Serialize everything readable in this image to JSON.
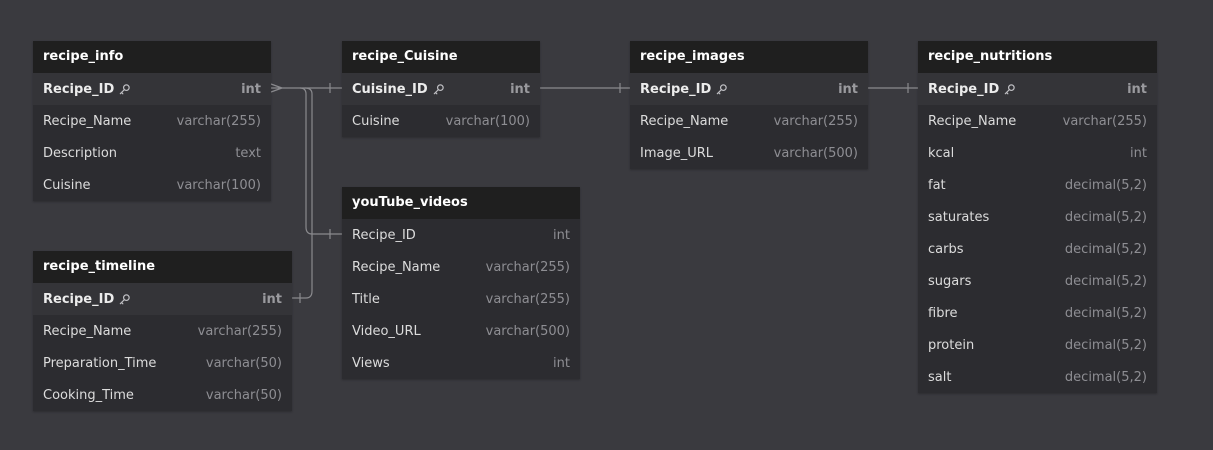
{
  "colors": {
    "background": "#3a3a3f",
    "table_body": "#2c2c30",
    "table_header": "#1f1f1f",
    "link_line": "#8a8a8e"
  },
  "icons": {
    "primary_key": "key-icon"
  },
  "tables": [
    {
      "id": "recipe_info",
      "name": "recipe_info",
      "columns": [
        {
          "name": "Recipe_ID",
          "type": "int",
          "pk": true
        },
        {
          "name": "Recipe_Name",
          "type": "varchar(255)"
        },
        {
          "name": "Description",
          "type": "text"
        },
        {
          "name": "Cuisine",
          "type": "varchar(100)"
        }
      ]
    },
    {
      "id": "recipe_timeline",
      "name": "recipe_timeline",
      "columns": [
        {
          "name": "Recipe_ID",
          "type": "int",
          "pk": true
        },
        {
          "name": "Recipe_Name",
          "type": "varchar(255)"
        },
        {
          "name": "Preparation_Time",
          "type": "varchar(50)"
        },
        {
          "name": "Cooking_Time",
          "type": "varchar(50)"
        }
      ]
    },
    {
      "id": "recipe_cuisine",
      "name": "recipe_Cuisine",
      "columns": [
        {
          "name": "Cuisine_ID",
          "type": "int",
          "pk": true
        },
        {
          "name": "Cuisine",
          "type": "varchar(100)"
        }
      ]
    },
    {
      "id": "youtube_videos",
      "name": "youTube_videos",
      "columns": [
        {
          "name": "Recipe_ID",
          "type": "int"
        },
        {
          "name": "Recipe_Name",
          "type": "varchar(255)"
        },
        {
          "name": "Title",
          "type": "varchar(255)"
        },
        {
          "name": "Video_URL",
          "type": "varchar(500)"
        },
        {
          "name": "Views",
          "type": "int"
        }
      ]
    },
    {
      "id": "recipe_images",
      "name": "recipe_images",
      "columns": [
        {
          "name": "Recipe_ID",
          "type": "int",
          "pk": true
        },
        {
          "name": "Recipe_Name",
          "type": "varchar(255)"
        },
        {
          "name": "Image_URL",
          "type": "varchar(500)"
        }
      ]
    },
    {
      "id": "recipe_nutritions",
      "name": "recipe_nutritions",
      "columns": [
        {
          "name": "Recipe_ID",
          "type": "int",
          "pk": true
        },
        {
          "name": "Recipe_Name",
          "type": "varchar(255)"
        },
        {
          "name": "kcal",
          "type": "int"
        },
        {
          "name": "fat",
          "type": "decimal(5,2)"
        },
        {
          "name": "saturates",
          "type": "decimal(5,2)"
        },
        {
          "name": "carbs",
          "type": "decimal(5,2)"
        },
        {
          "name": "sugars",
          "type": "decimal(5,2)"
        },
        {
          "name": "fibre",
          "type": "decimal(5,2)"
        },
        {
          "name": "protein",
          "type": "decimal(5,2)"
        },
        {
          "name": "salt",
          "type": "decimal(5,2)"
        }
      ]
    }
  ],
  "relationships": [
    {
      "from": "recipe_info.Recipe_ID",
      "to": "recipe_Cuisine.Cuisine_ID",
      "from_end": "many",
      "to_end": "one"
    },
    {
      "from": "recipe_info.Recipe_ID",
      "to": "youTube_videos.Recipe_ID",
      "from_end": "many",
      "to_end": "one"
    },
    {
      "from": "recipe_info.Recipe_ID",
      "to": "recipe_timeline.Recipe_ID",
      "from_end": "many",
      "to_end": "one"
    },
    {
      "from": "recipe_Cuisine.Cuisine_ID",
      "to": "recipe_images.Recipe_ID",
      "from_end": "one",
      "to_end": "one"
    },
    {
      "from": "recipe_images.Recipe_ID",
      "to": "recipe_nutritions.Recipe_ID",
      "from_end": "one",
      "to_end": "one"
    }
  ]
}
